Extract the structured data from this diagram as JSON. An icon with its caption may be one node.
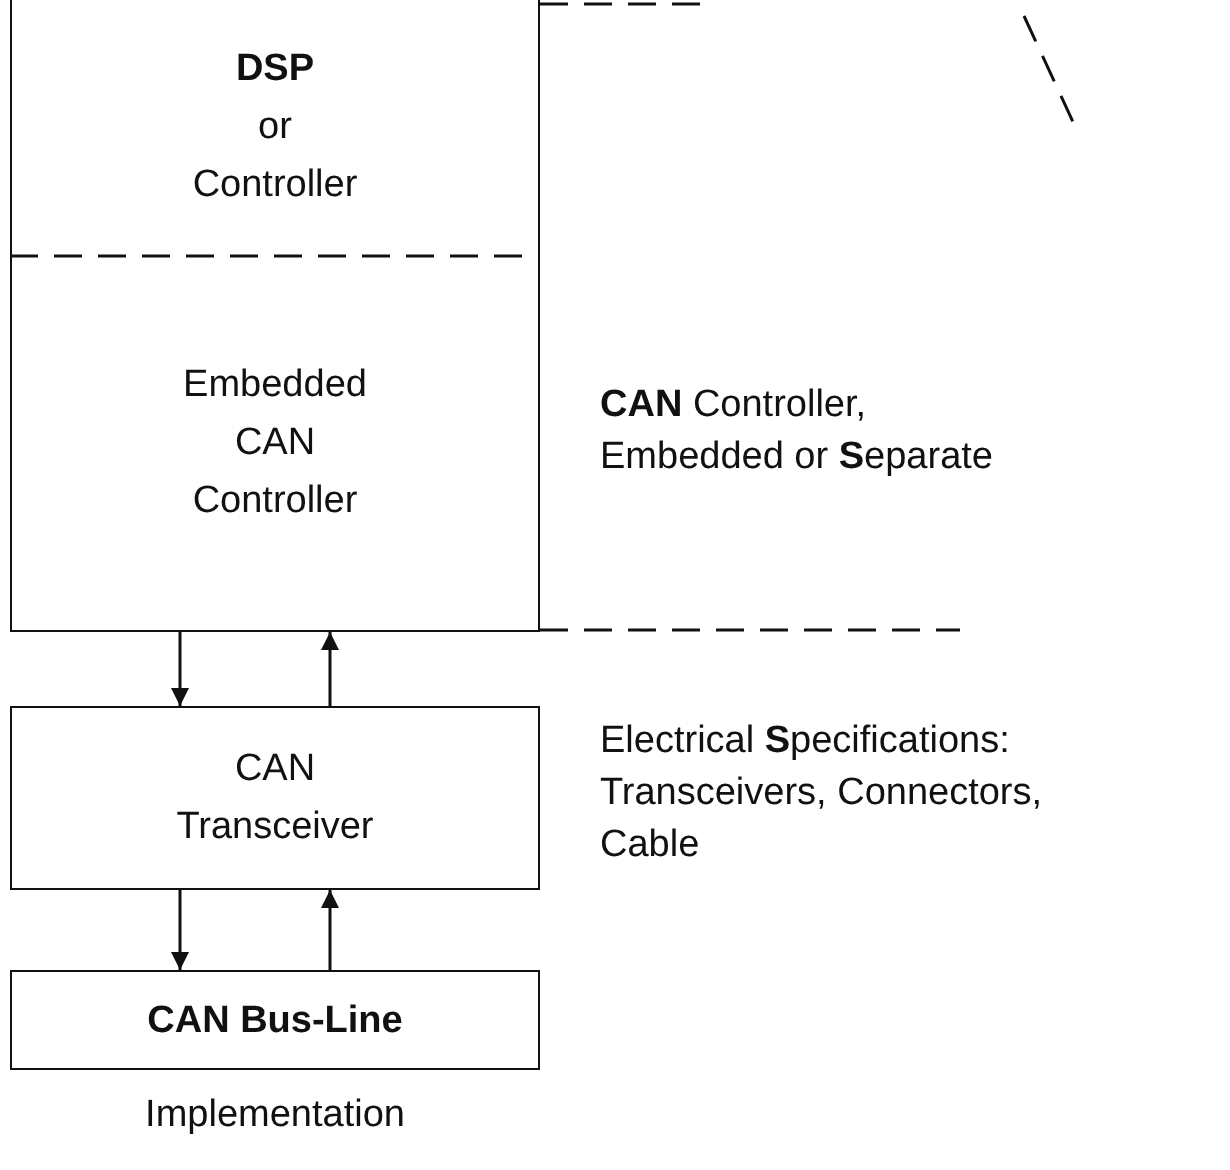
{
  "diagram": {
    "nodes": [
      {
        "text": [
          "DSP or Controller"
        ]
      },
      {
        "text": [
          "Embedded CAN Controller"
        ]
      },
      {
        "text": [
          "CAN Transceiver"
        ]
      },
      {
        "text": [
          "CAN Bus-Line"
        ],
        "beside": [
          "Implementation"
        ]
      }
    ],
    "edges": [
      {
        "from": 1,
        "to": 2,
        "arrow": "to"
      },
      {
        "from": 2,
        "to": 1,
        "arrow": "to"
      },
      {
        "from": 2,
        "to": 3,
        "arrow": "to"
      },
      {
        "from": 3,
        "to": 2,
        "arrow": "to"
      }
    ],
    "labels": [
      "**CAN** Controller, Embedded or **S**eparate",
      "Electrical **S**pecifications: Transceivers, Connectors, Cable"
    ]
  }
}
